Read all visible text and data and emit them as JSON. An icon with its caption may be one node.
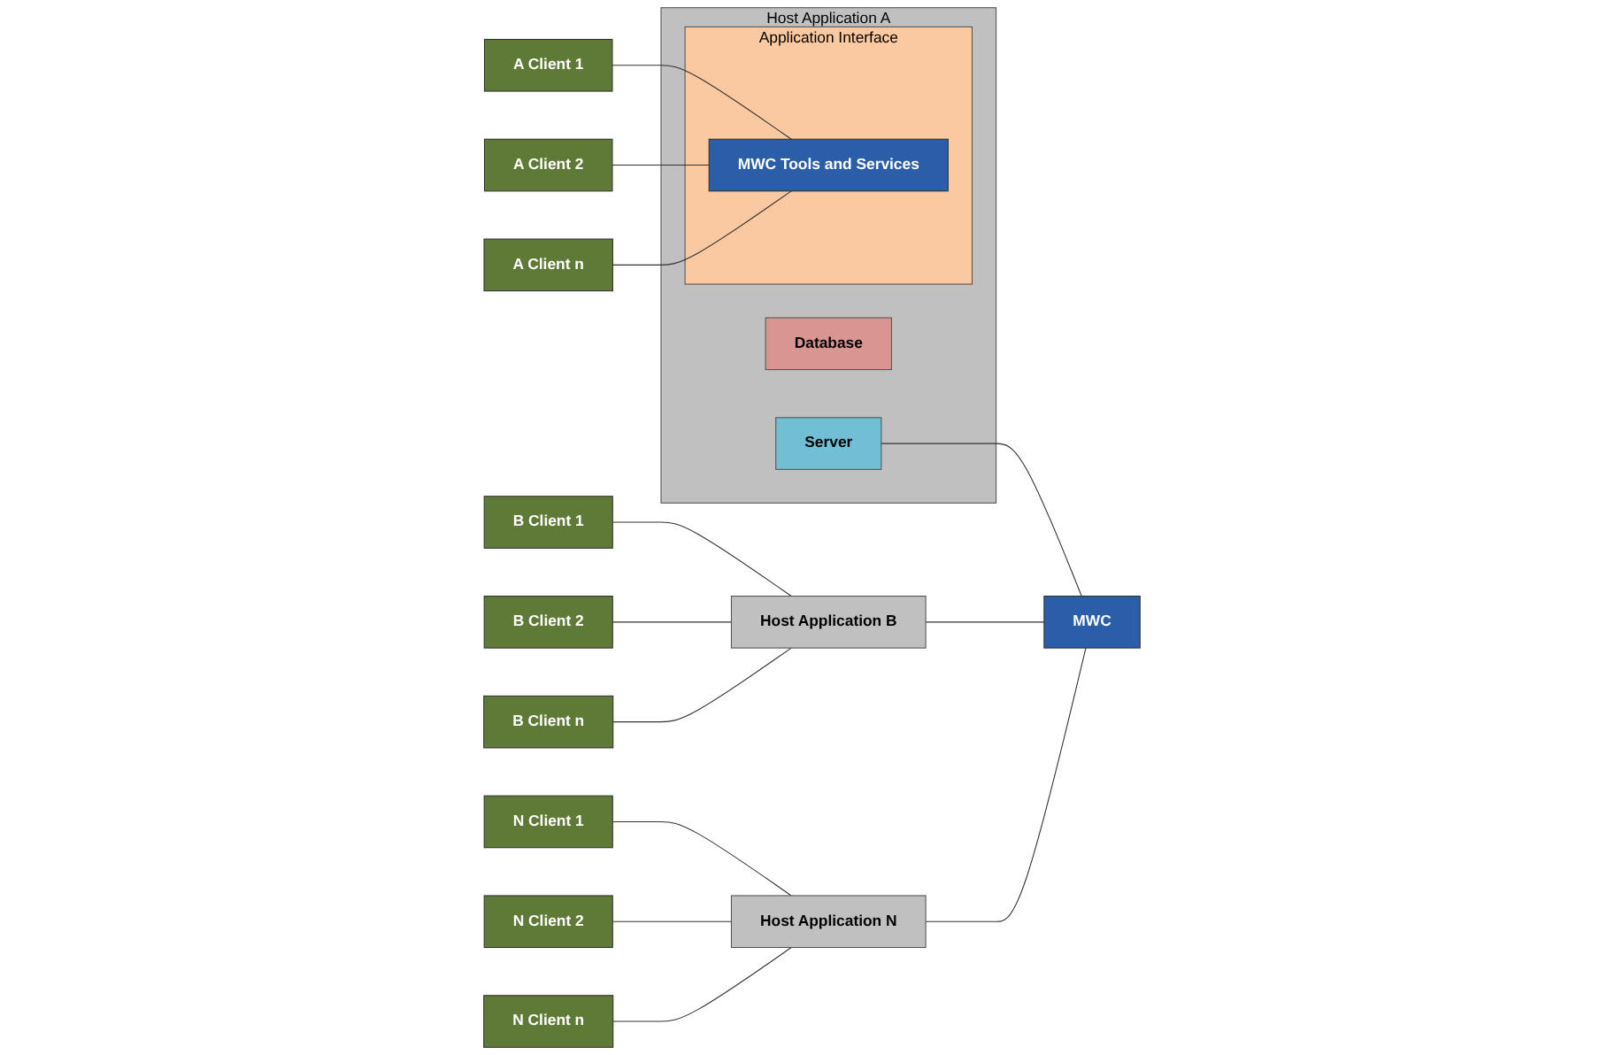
{
  "diagram": {
    "nodes": [
      {
        "text": [
          "Host Application A"
        ]
      },
      {
        "text": [
          "Application Interface"
        ],
        "in": 0
      },
      {
        "text": [
          "MWC Tools and Services"
        ],
        "in": 1
      },
      {
        "text": [
          "Server"
        ],
        "in": 0
      },
      {
        "text": [
          "Database"
        ],
        "in": 0
      },
      {
        "text": [
          "A Client 1"
        ]
      },
      {
        "text": [
          "A Client 2"
        ]
      },
      {
        "text": [
          "A Client n"
        ]
      },
      {
        "text": [
          "B Client 1"
        ]
      },
      {
        "text": [
          "B Client 2"
        ]
      },
      {
        "text": [
          "B Client n"
        ]
      },
      {
        "text": [
          "Host Application B"
        ]
      },
      {
        "text": [
          "N Client 1"
        ]
      },
      {
        "text": [
          "N Client 2"
        ]
      },
      {
        "text": [
          "N Client n"
        ]
      },
      {
        "text": [
          "Host Application N"
        ]
      },
      {
        "text": [
          "MWC"
        ]
      }
    ],
    "edges": [
      {
        "from": 5,
        "to": 2,
        "arrow": "none"
      },
      {
        "from": 6,
        "to": 2,
        "arrow": "none"
      },
      {
        "from": 7,
        "to": 2,
        "arrow": "none"
      },
      {
        "from": 3,
        "to": 16,
        "arrow": "none"
      },
      {
        "from": 8,
        "to": 11,
        "arrow": "none"
      },
      {
        "from": 9,
        "to": 11,
        "arrow": "none"
      },
      {
        "from": 10,
        "to": 11,
        "arrow": "none"
      },
      {
        "from": 11,
        "to": 16,
        "arrow": "none"
      },
      {
        "from": 12,
        "to": 15,
        "arrow": "none"
      },
      {
        "from": 13,
        "to": 15,
        "arrow": "none"
      },
      {
        "from": 14,
        "to": 15,
        "arrow": "none"
      },
      {
        "from": 15,
        "to": 16,
        "arrow": "none"
      }
    ]
  }
}
